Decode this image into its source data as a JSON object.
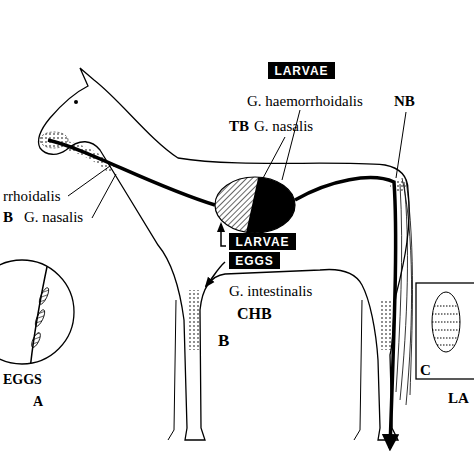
{
  "diagram": {
    "nodes": [
      {
        "text": [
          "LARVAE"
        ]
      },
      {
        "text": [
          "LARVAE"
        ]
      },
      {
        "text": [
          "EGGS"
        ]
      }
    ],
    "labels": [
      "G. haemorrhoidalis",
      "NB",
      "TB",
      "G. nasalis",
      "rrhoidalis",
      "B",
      "G. nasalis",
      "G. intestinalis",
      "CHB",
      "B",
      "EGGS",
      "A",
      "C",
      "LA"
    ]
  }
}
